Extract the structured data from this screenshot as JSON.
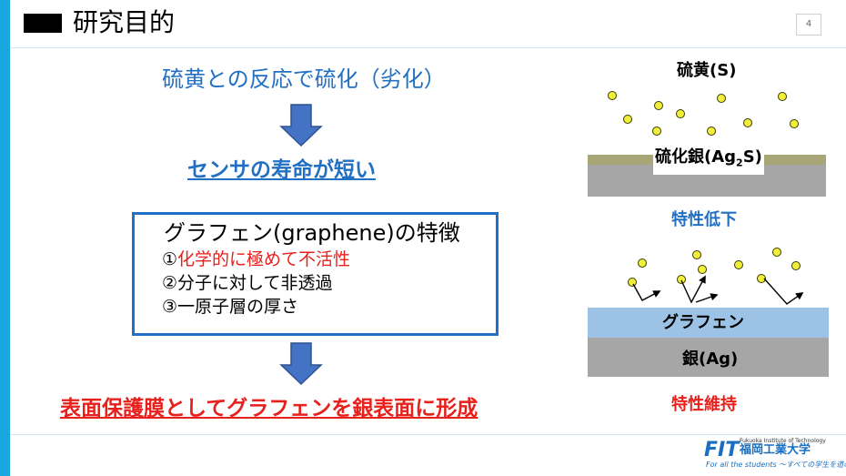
{
  "header": {
    "title": "研究目的",
    "page_number": "4"
  },
  "main": {
    "line1": "硫黄との反応で硫化（劣化）",
    "line2": "センサの寿命が短い",
    "features": {
      "title": "グラフェン(graphene)の特徴",
      "items": [
        {
          "num": "①",
          "text": "化学的に極めて不活性"
        },
        {
          "num": "②",
          "text": "分子に対して非透過"
        },
        {
          "num": "③",
          "text": "一原子層の厚さ"
        }
      ]
    },
    "conclusion": "表面保護膜としてグラフェンを銀表面に形成"
  },
  "diagram": {
    "sulfur_label": "硫黄(S)",
    "silver_sulfide_label_prefix": "硫化銀(Ag",
    "silver_sulfide_sub": "2",
    "silver_sulfide_label_suffix": "S)",
    "degraded_label": "特性低下",
    "graphene_label": "グラフェン",
    "silver_label": "銀(Ag)",
    "maintained_label": "特性維持"
  },
  "footer": {
    "logo_abbr": "FIT",
    "logo_name": "福岡工業大学",
    "logo_en": "Fukuoka Institute of Technology",
    "slogan": "For all the students ～すべての学生を道のために～"
  },
  "colors": {
    "accent_blue": "#2170c4",
    "accent_red": "#e8201c",
    "side_bar": "#1aa7e0",
    "sulfur_dot": "#f2ef3a",
    "sulfide_layer": "#a8a676",
    "silver_layer": "#a6a6a6",
    "graphene_layer": "#9cc3e6"
  }
}
